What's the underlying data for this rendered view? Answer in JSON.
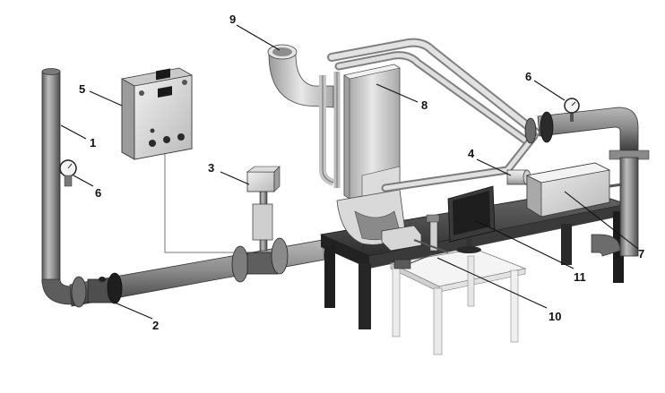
{
  "labels": [
    {
      "id": "1",
      "text": "1"
    },
    {
      "id": "2",
      "text": "2"
    },
    {
      "id": "3",
      "text": "3"
    },
    {
      "id": "4",
      "text": "4"
    },
    {
      "id": "5",
      "text": "5"
    },
    {
      "id": "6a",
      "text": "6"
    },
    {
      "id": "6b",
      "text": "6"
    },
    {
      "id": "7",
      "text": "7"
    },
    {
      "id": "8",
      "text": "8"
    },
    {
      "id": "9",
      "text": "9"
    },
    {
      "id": "10",
      "text": "10"
    },
    {
      "id": "11",
      "text": "11"
    }
  ]
}
